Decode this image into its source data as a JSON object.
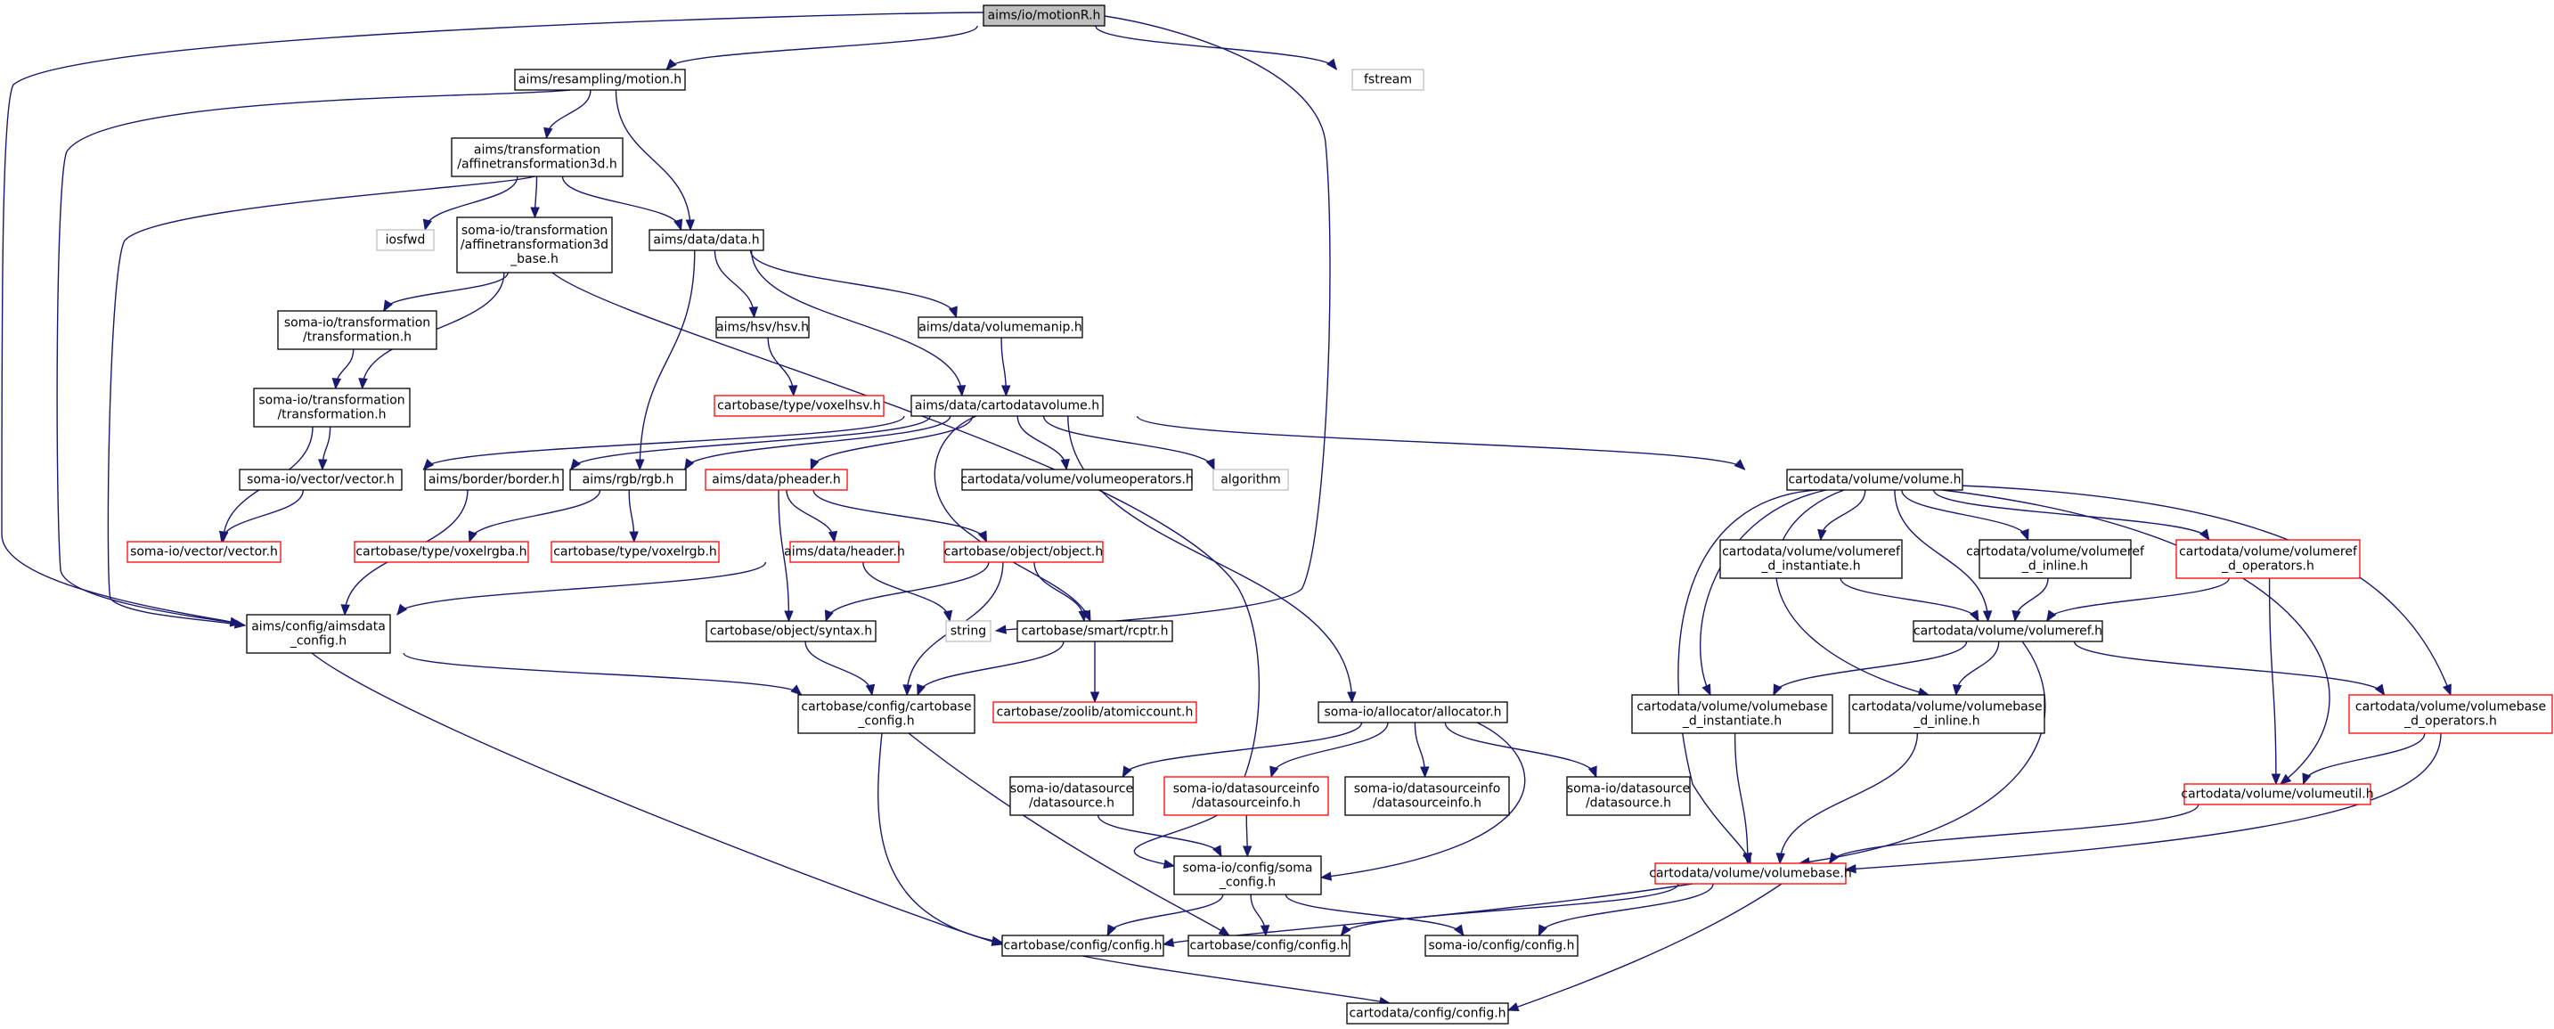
{
  "graph": {
    "colors": {
      "edge": "#191970",
      "border_normal": "#000000",
      "border_incomplete": "#ff0000",
      "border_external": "#bfbfbf",
      "root_fill": "#bfbfbf",
      "text": "#000000"
    },
    "nodes": {
      "motionR": {
        "lines": [
          "aims/io/motionR.h"
        ],
        "kind": "root"
      },
      "motion": {
        "lines": [
          "aims/resampling/motion.h"
        ],
        "kind": "normal"
      },
      "fstream": {
        "lines": [
          "fstream"
        ],
        "kind": "external"
      },
      "affine3d": {
        "lines": [
          "aims/transformation",
          "/affinetransformation3d.h"
        ],
        "kind": "normal"
      },
      "iosfwd": {
        "lines": [
          "iosfwd"
        ],
        "kind": "external"
      },
      "affine3dbase": {
        "lines": [
          "soma-io/transformation",
          "/affinetransformation3d",
          "_base.h"
        ],
        "kind": "normal"
      },
      "data": {
        "lines": [
          "aims/data/data.h"
        ],
        "kind": "normal"
      },
      "sit_transform": {
        "lines": [
          "soma-io/transformation",
          "/transformation.h"
        ],
        "kind": "normal"
      },
      "hsv": {
        "lines": [
          "aims/hsv/hsv.h"
        ],
        "kind": "normal"
      },
      "volumemanip": {
        "lines": [
          "aims/data/volumemanip.h"
        ],
        "kind": "normal"
      },
      "voxelhsv": {
        "lines": [
          "cartobase/type/voxelhsv.h"
        ],
        "kind": "incomplete"
      },
      "sio_transform": {
        "lines": [
          "soma-io/transformation",
          "/transformation.h"
        ],
        "kind": "normal"
      },
      "cartodatavolume": {
        "lines": [
          "aims/data/cartodatavolume.h"
        ],
        "kind": "normal"
      },
      "sio_vector": {
        "lines": [
          "soma-io/vector/vector.h"
        ],
        "kind": "normal"
      },
      "border": {
        "lines": [
          "aims/border/border.h"
        ],
        "kind": "normal"
      },
      "rgb": {
        "lines": [
          "aims/rgb/rgb.h"
        ],
        "kind": "normal"
      },
      "pheader": {
        "lines": [
          "aims/data/pheader.h"
        ],
        "kind": "incomplete"
      },
      "volumeoperators": {
        "lines": [
          "cartodata/volume/volumeoperators.h"
        ],
        "kind": "normal"
      },
      "algorithm": {
        "lines": [
          "algorithm"
        ],
        "kind": "external"
      },
      "volume": {
        "lines": [
          "cartodata/volume/volume.h"
        ],
        "kind": "normal"
      },
      "sio_vector_red": {
        "lines": [
          "soma-io/vector/vector.h"
        ],
        "kind": "incomplete"
      },
      "voxelrgba": {
        "lines": [
          "cartobase/type/voxelrgba.h"
        ],
        "kind": "incomplete"
      },
      "voxelrgb": {
        "lines": [
          "cartobase/type/voxelrgb.h"
        ],
        "kind": "incomplete"
      },
      "header": {
        "lines": [
          "aims/data/header.h"
        ],
        "kind": "incomplete"
      },
      "object": {
        "lines": [
          "cartobase/object/object.h"
        ],
        "kind": "incomplete"
      },
      "aimsdata_config": {
        "lines": [
          "aims/config/aimsdata",
          "_config.h"
        ],
        "kind": "normal"
      },
      "syntax": {
        "lines": [
          "cartobase/object/syntax.h"
        ],
        "kind": "normal"
      },
      "string": {
        "lines": [
          "string"
        ],
        "kind": "external"
      },
      "rcptr": {
        "lines": [
          "cartobase/smart/rcptr.h"
        ],
        "kind": "normal"
      },
      "atomiccount": {
        "lines": [
          "cartobase/zoolib/atomiccount.h"
        ],
        "kind": "incomplete"
      },
      "cartobase_config": {
        "lines": [
          "cartobase/config/cartobase",
          "_config.h"
        ],
        "kind": "normal"
      },
      "allocator": {
        "lines": [
          "soma-io/allocator/allocator.h"
        ],
        "kind": "normal"
      },
      "volumeref_inst": {
        "lines": [
          "cartodata/volume/volumeref",
          "_d_instantiate.h"
        ],
        "kind": "normal"
      },
      "volumeref_inline": {
        "lines": [
          "cartodata/volume/volumeref",
          "_d_inline.h"
        ],
        "kind": "normal"
      },
      "volumeref_ops": {
        "lines": [
          "cartodata/volume/volumeref",
          "_d_operators.h"
        ],
        "kind": "incomplete"
      },
      "volumeref": {
        "lines": [
          "cartodata/volume/volumeref.h"
        ],
        "kind": "normal"
      },
      "volumebase_inst": {
        "lines": [
          "cartodata/volume/volumebase",
          "_d_instantiate.h"
        ],
        "kind": "normal"
      },
      "volumebase_inline": {
        "lines": [
          "cartodata/volume/volumebase",
          "_d_inline.h"
        ],
        "kind": "normal"
      },
      "volumebase_ops": {
        "lines": [
          "cartodata/volume/volumebase",
          "_d_operators.h"
        ],
        "kind": "incomplete"
      },
      "datasource1": {
        "lines": [
          "soma-io/datasource",
          "/datasource.h"
        ],
        "kind": "normal"
      },
      "datasourceinfo_red": {
        "lines": [
          "soma-io/datasourceinfo",
          "/datasourceinfo.h"
        ],
        "kind": "incomplete"
      },
      "datasourceinfo": {
        "lines": [
          "soma-io/datasourceinfo",
          "/datasourceinfo.h"
        ],
        "kind": "normal"
      },
      "datasource2": {
        "lines": [
          "soma-io/datasource",
          "/datasource.h"
        ],
        "kind": "normal"
      },
      "volumeutil": {
        "lines": [
          "cartodata/volume/volumeutil.h"
        ],
        "kind": "incomplete"
      },
      "soma_config": {
        "lines": [
          "soma-io/config/soma",
          "_config.h"
        ],
        "kind": "normal"
      },
      "volumebase": {
        "lines": [
          "cartodata/volume/volumebase.h"
        ],
        "kind": "incomplete"
      },
      "cb_config1": {
        "lines": [
          "cartobase/config/config.h"
        ],
        "kind": "normal"
      },
      "cb_config2": {
        "lines": [
          "cartobase/config/config.h"
        ],
        "kind": "normal"
      },
      "sio_config": {
        "lines": [
          "soma-io/config/config.h"
        ],
        "kind": "normal"
      },
      "cd_config": {
        "lines": [
          "cartodata/config/config.h"
        ],
        "kind": "normal"
      }
    },
    "edges": [
      [
        "motionR",
        "motion"
      ],
      [
        "motionR",
        "fstream"
      ],
      [
        "motionR",
        "aimsdata_config"
      ],
      [
        "motionR",
        "string"
      ],
      [
        "motion",
        "affine3d"
      ],
      [
        "motion",
        "data"
      ],
      [
        "motion",
        "aimsdata_config"
      ],
      [
        "affine3d",
        "iosfwd"
      ],
      [
        "affine3d",
        "affine3dbase"
      ],
      [
        "affine3d",
        "data"
      ],
      [
        "affine3d",
        "aimsdata_config"
      ],
      [
        "affine3dbase",
        "sit_transform"
      ],
      [
        "affine3dbase",
        "sio_transform"
      ],
      [
        "affine3dbase",
        "soma_config"
      ],
      [
        "data",
        "hsv"
      ],
      [
        "data",
        "volumemanip"
      ],
      [
        "data",
        "cartodatavolume"
      ],
      [
        "data",
        "rgb"
      ],
      [
        "sit_transform",
        "sio_transform"
      ],
      [
        "hsv",
        "voxelhsv"
      ],
      [
        "volumemanip",
        "cartodatavolume"
      ],
      [
        "sio_transform",
        "sio_vector"
      ],
      [
        "sio_transform",
        "sio_vector_red"
      ],
      [
        "cartodatavolume",
        "sio_vector"
      ],
      [
        "cartodatavolume",
        "border"
      ],
      [
        "cartodatavolume",
        "rgb"
      ],
      [
        "cartodatavolume",
        "pheader"
      ],
      [
        "cartodatavolume",
        "volumeoperators"
      ],
      [
        "cartodatavolume",
        "algorithm"
      ],
      [
        "cartodatavolume",
        "volume"
      ],
      [
        "cartodatavolume",
        "rcptr"
      ],
      [
        "cartodatavolume",
        "allocator"
      ],
      [
        "sio_vector",
        "sio_vector_red"
      ],
      [
        "border",
        "aimsdata_config"
      ],
      [
        "rgb",
        "voxelrgba"
      ],
      [
        "rgb",
        "voxelrgb"
      ],
      [
        "pheader",
        "header"
      ],
      [
        "pheader",
        "object"
      ],
      [
        "pheader",
        "syntax"
      ],
      [
        "header",
        "aimsdata_config"
      ],
      [
        "header",
        "string"
      ],
      [
        "object",
        "syntax"
      ],
      [
        "object",
        "rcptr"
      ],
      [
        "object",
        "cartobase_config"
      ],
      [
        "aimsdata_config",
        "cartobase_config"
      ],
      [
        "aimsdata_config",
        "cb_config1"
      ],
      [
        "syntax",
        "cartobase_config"
      ],
      [
        "rcptr",
        "cartobase_config"
      ],
      [
        "rcptr",
        "atomiccount"
      ],
      [
        "cartobase_config",
        "cb_config1"
      ],
      [
        "cartobase_config",
        "cb_config2"
      ],
      [
        "allocator",
        "datasource1"
      ],
      [
        "allocator",
        "datasourceinfo_red"
      ],
      [
        "allocator",
        "datasourceinfo"
      ],
      [
        "allocator",
        "datasource2"
      ],
      [
        "allocator",
        "soma_config"
      ],
      [
        "datasource1",
        "soma_config"
      ],
      [
        "datasourceinfo_red",
        "soma_config"
      ],
      [
        "soma_config",
        "cb_config1"
      ],
      [
        "soma_config",
        "cb_config2"
      ],
      [
        "soma_config",
        "sio_config"
      ],
      [
        "volume",
        "volumeref_inst"
      ],
      [
        "volume",
        "volumeref_inline"
      ],
      [
        "volume",
        "volumeref_ops"
      ],
      [
        "volume",
        "volumeref"
      ],
      [
        "volume",
        "volumebase_inst"
      ],
      [
        "volume",
        "volumebase_inline"
      ],
      [
        "volume",
        "volumebase_ops"
      ],
      [
        "volume",
        "volumeutil"
      ],
      [
        "volume",
        "volumebase"
      ],
      [
        "volumeref_inst",
        "volumeref"
      ],
      [
        "volumeref_inline",
        "volumeref"
      ],
      [
        "volumeref_ops",
        "volumeref"
      ],
      [
        "volumeref_ops",
        "volumeutil"
      ],
      [
        "volumeref",
        "volumebase_inst"
      ],
      [
        "volumeref",
        "volumebase_inline"
      ],
      [
        "volumeref",
        "volumebase_ops"
      ],
      [
        "volumeref",
        "volumebase"
      ],
      [
        "volumebase_inst",
        "volumebase"
      ],
      [
        "volumebase_inline",
        "volumebase"
      ],
      [
        "volumebase_ops",
        "volumeutil"
      ],
      [
        "volumebase_ops",
        "volumebase"
      ],
      [
        "volumeutil",
        "volumebase"
      ],
      [
        "volumebase",
        "cb_config1"
      ],
      [
        "volumebase",
        "cb_config2"
      ],
      [
        "volumebase",
        "sio_config"
      ],
      [
        "volumebase",
        "cd_config"
      ],
      [
        "cb_config1",
        "cd_config"
      ]
    ]
  }
}
